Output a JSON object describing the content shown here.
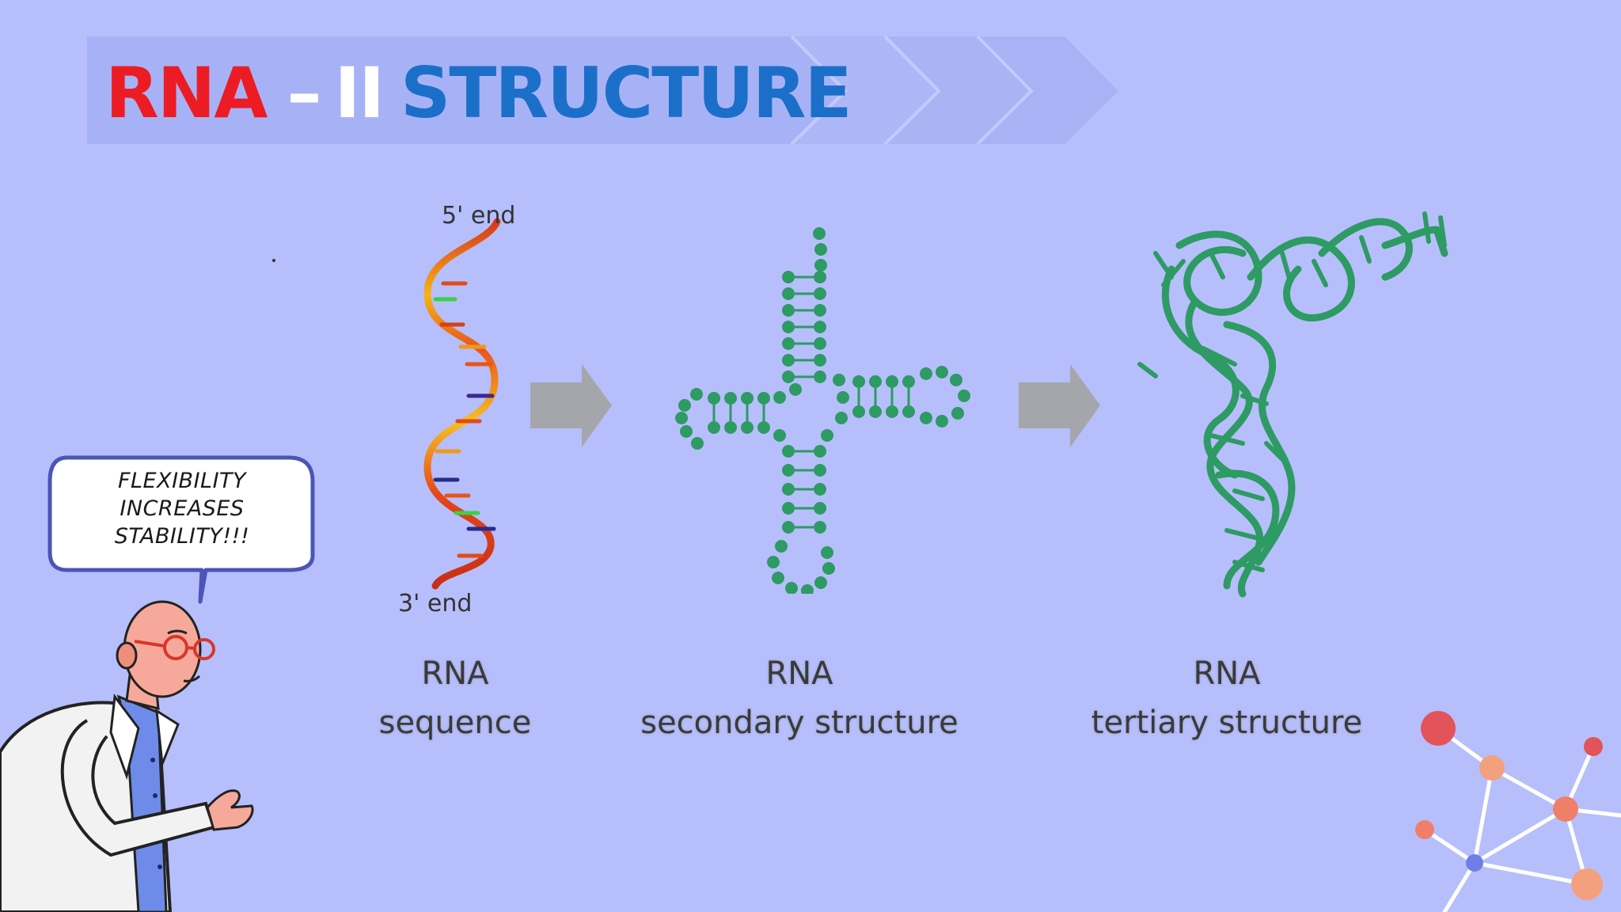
{
  "title": {
    "part1": "RNA",
    "dash": "–",
    "part2": "II",
    "part3": "STRUCTURE"
  },
  "diagram": {
    "five_prime_label": "5' end",
    "three_prime_label": "3' end",
    "captions": [
      {
        "line1": "RNA",
        "line2": "sequence"
      },
      {
        "line1": "RNA",
        "line2": "secondary structure"
      },
      {
        "line1": "RNA",
        "line2": "tertiary structure"
      }
    ]
  },
  "speech_bubble": {
    "lines": [
      "FLEXIBILITY",
      "INCREASES",
      "STABILITY!!!"
    ]
  },
  "colors": {
    "background": "#b6bffb",
    "title_red": "#ec1c24",
    "title_blue": "#1c6fc8",
    "rna_green": "#2e9a64",
    "arrow_gray": "#a3a3a3"
  }
}
